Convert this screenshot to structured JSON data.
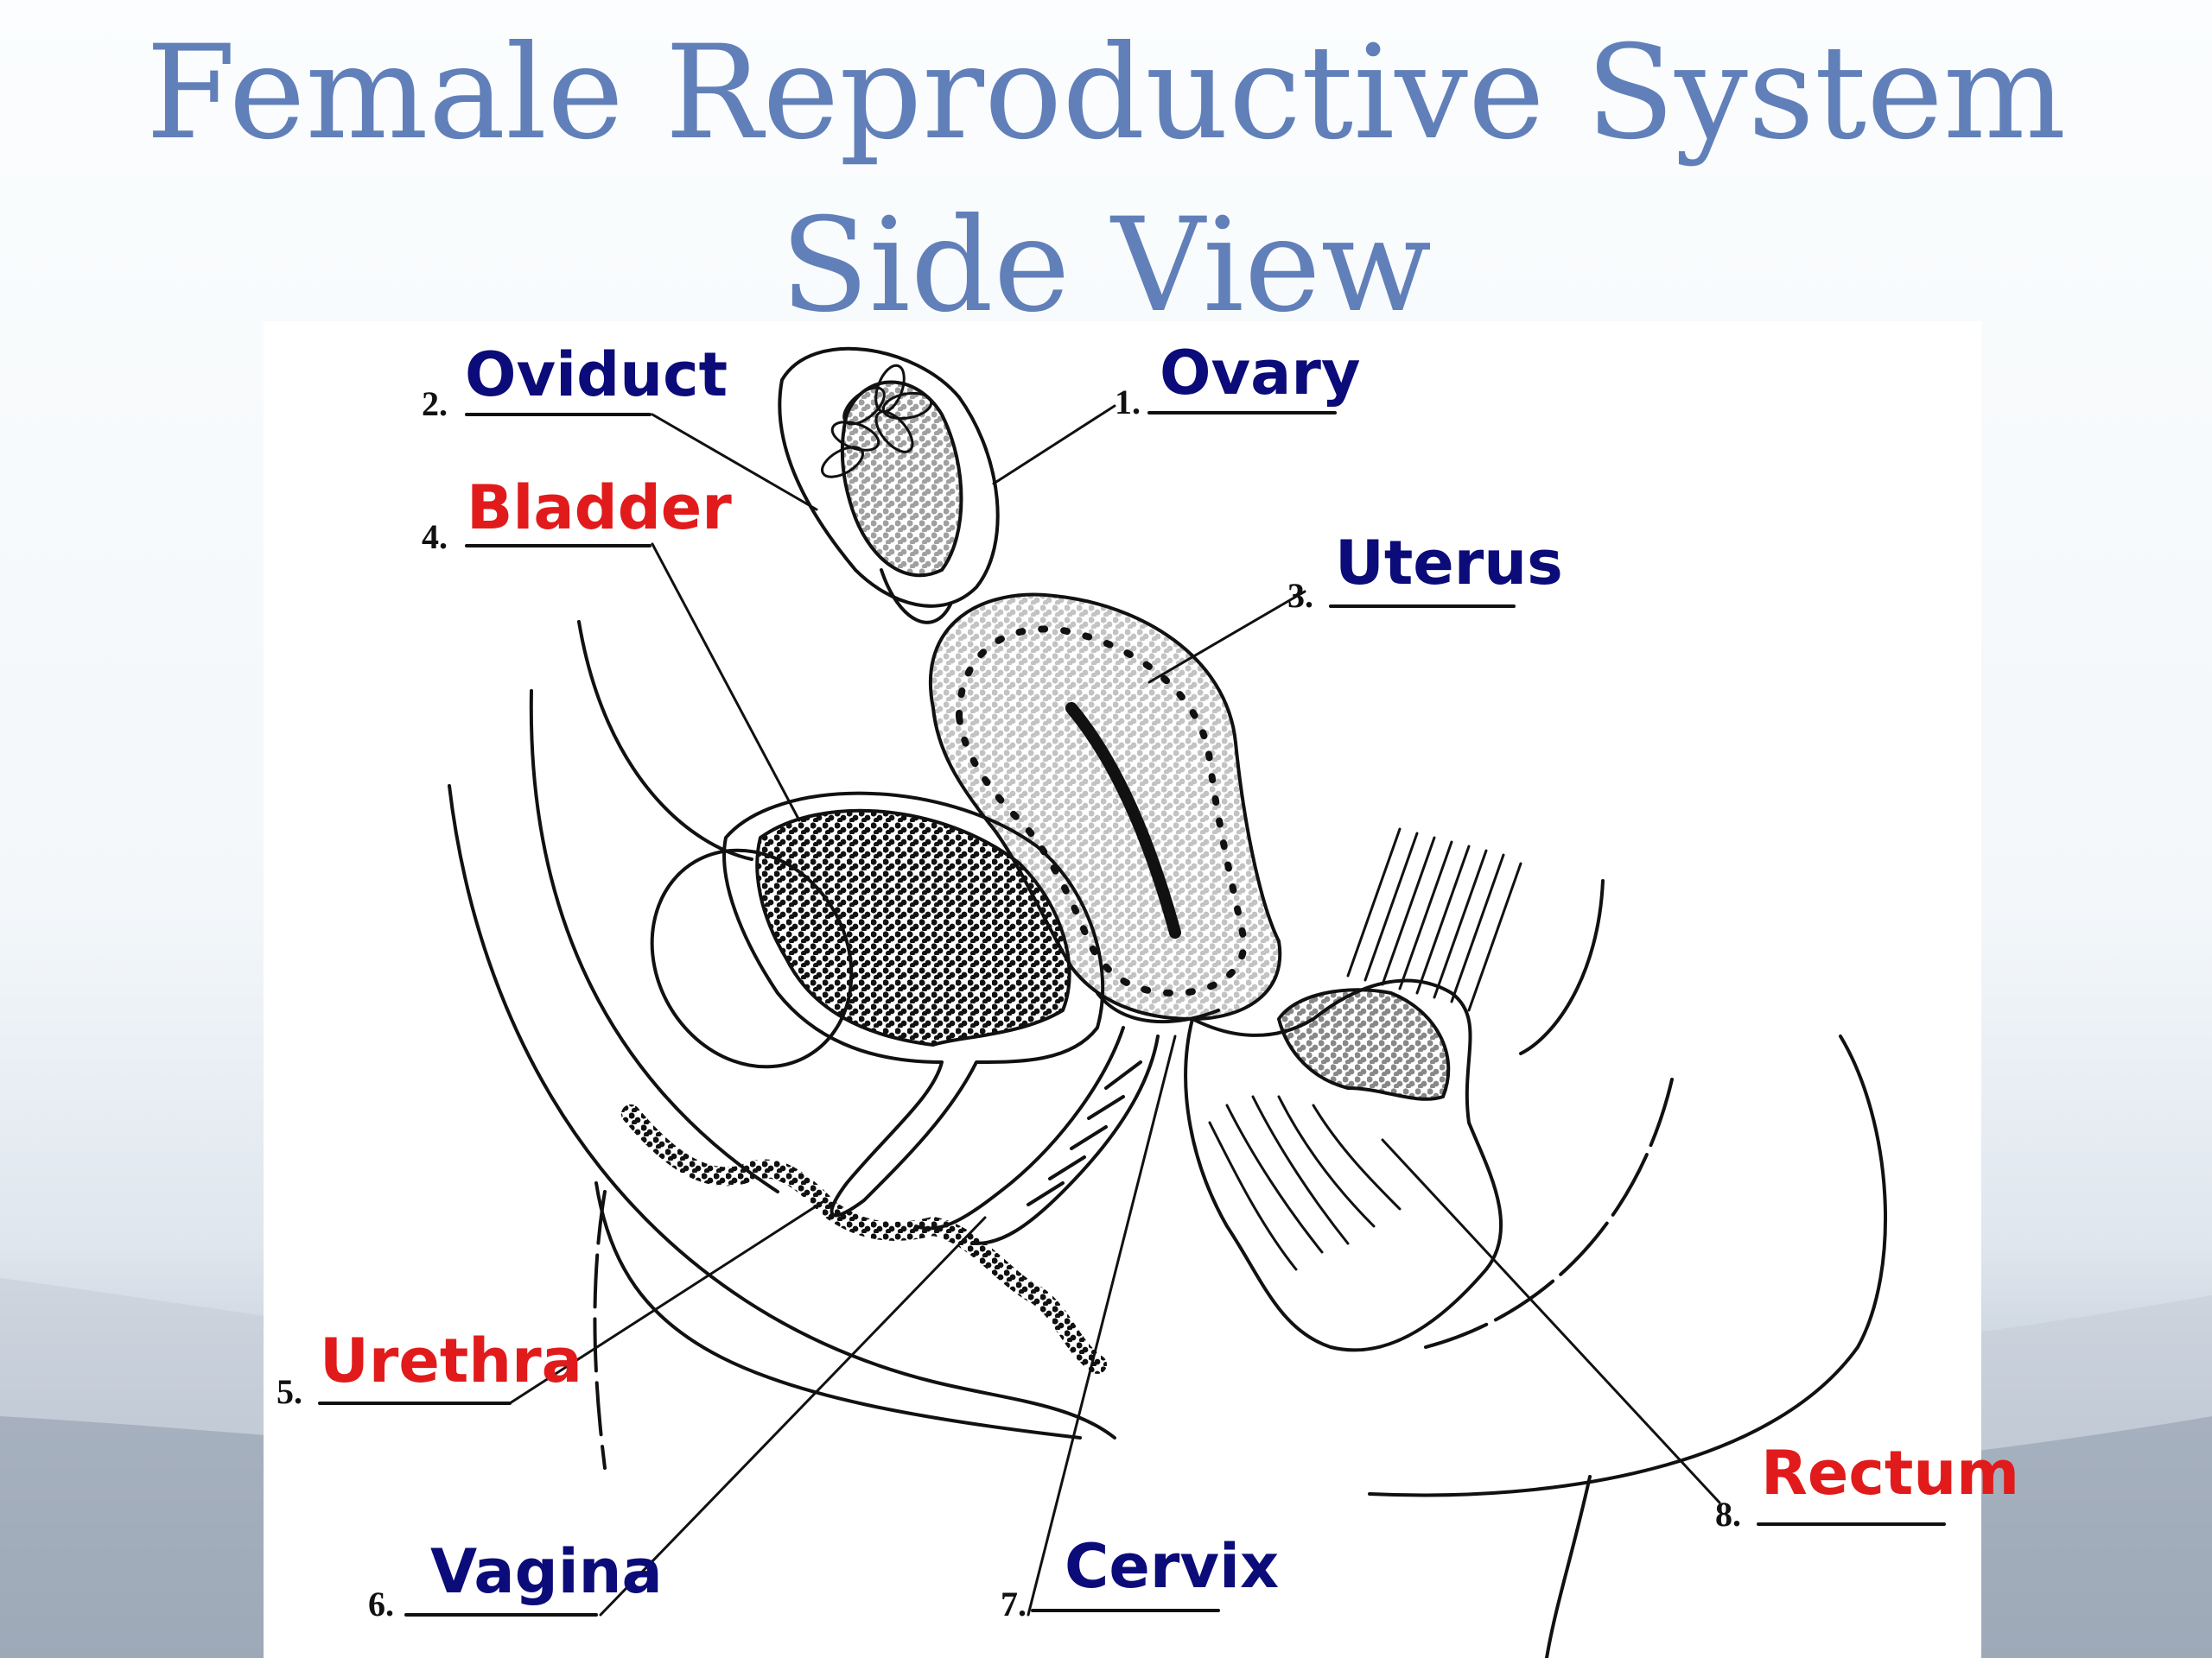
{
  "slide": {
    "title_line1": "Female Reproductive System",
    "title_line2": "Side View",
    "colors": {
      "title": "#6180b9",
      "label_blue": "#0b0b7a",
      "label_red": "#e11b1b"
    }
  },
  "labels": [
    {
      "number": "1.",
      "text": "Ovary",
      "color": "blue"
    },
    {
      "number": "2.",
      "text": "Oviduct",
      "color": "blue"
    },
    {
      "number": "3.",
      "text": "Uterus",
      "color": "blue"
    },
    {
      "number": "4.",
      "text": "Bladder",
      "color": "red"
    },
    {
      "number": "5.",
      "text": "Urethra",
      "color": "red"
    },
    {
      "number": "6.",
      "text": "Vagina",
      "color": "blue"
    },
    {
      "number": "7.",
      "text": "Cervix",
      "color": "blue"
    },
    {
      "number": "8.",
      "text": "Rectum",
      "color": "red"
    }
  ]
}
